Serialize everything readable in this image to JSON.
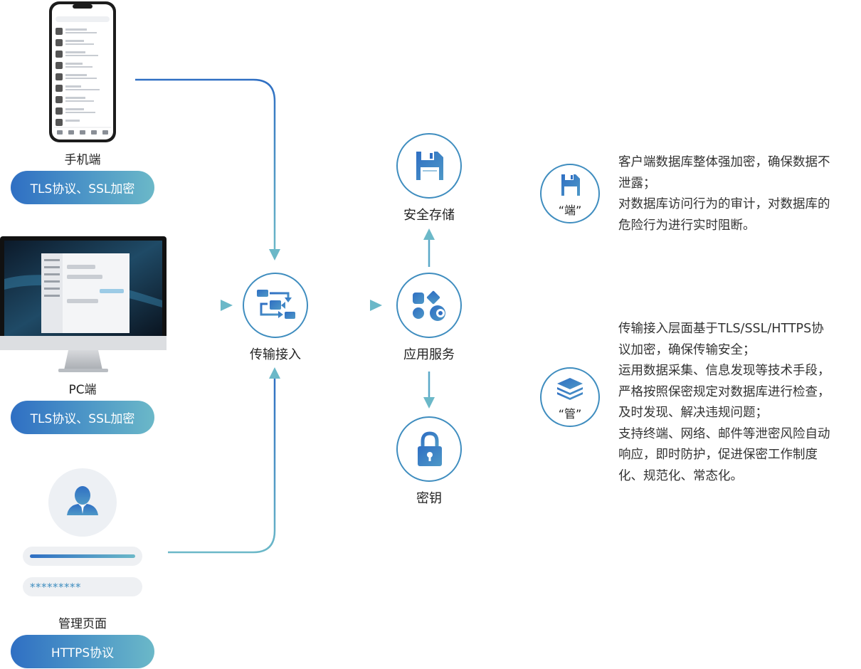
{
  "devices": {
    "mobile": {
      "label": "手机端",
      "badge": "TLS协议、SSL加密"
    },
    "pc": {
      "label": "PC端",
      "badge": "TLS协议、SSL加密"
    },
    "admin": {
      "label": "管理页面",
      "badge": "HTTPS协议",
      "password_mask": "*********"
    }
  },
  "nodes": {
    "transport": "传输接入",
    "app_service": "应用服务",
    "secure_storage": "安全存储",
    "key": "密钥"
  },
  "features": [
    {
      "badge": "“端”",
      "lines": [
        "客户端数据库整体强加密，确保数据不",
        "泄露；",
        "对数据库访问行为的审计，对数据库的",
        "危险行为进行实时阻断。"
      ]
    },
    {
      "badge": "“管”",
      "lines": [
        "传输接入层面基于TLS/SSL/HTTPS协",
        "议加密，确保传输安全；",
        "运用数据采集、信息发现等技术手段，",
        "严格按照保密规定对数据库进行检查，",
        "及时发现、解决违规问题；",
        "支持终端、网络、邮件等泄密风险自动",
        "响应，即时防护，促进保密工作制度",
        "化、规范化、常态化。"
      ]
    }
  ],
  "colors": {
    "accent": "#3f8dbf",
    "icon_blue": "#2f6fc3",
    "line_gradient_end": "#6bb8c8"
  }
}
